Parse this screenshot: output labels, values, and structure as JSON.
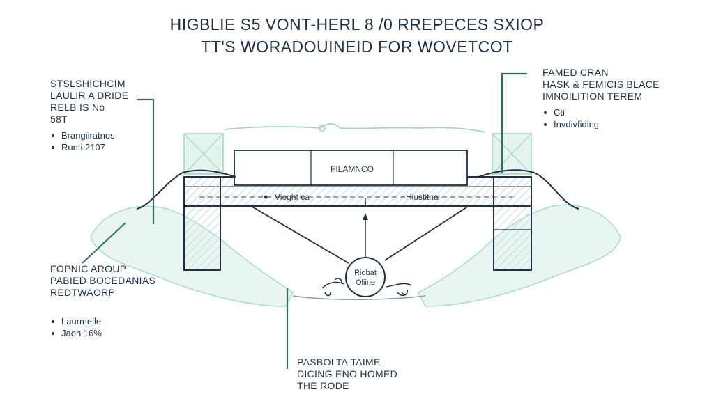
{
  "title": {
    "line1": "HIGBLIE S5 VONT-HERL 8 /0 RREPECES SXIOP",
    "line2": "TT'S WORADOUINEID FOR WOVETCOT"
  },
  "annotations": {
    "top_left": {
      "lines": [
        "STSLSHICHCIM",
        "LAULIR A DRIDE",
        "RELB IS No",
        "58T"
      ],
      "bullets": [
        "Brangiiratnos",
        "Runti 2107"
      ]
    },
    "top_right": {
      "lines": [
        "FAMED CRAN",
        "HASK & FEMICIS BLACE",
        "IMNOILITION TEREM"
      ],
      "bullets": [
        "Cti",
        "Invdivfiding"
      ]
    },
    "mid_left": {
      "lines": [
        "FOPNIC AROUP",
        "PABIED BOCEDANIAS",
        "REDTWAORP"
      ],
      "bullets": [
        "Laurmelle",
        "Jaon 16%"
      ]
    },
    "bottom": {
      "lines": [
        "PASBOLTA TAIME",
        "DICING ENO HOMED",
        "THE RODE"
      ]
    }
  },
  "diagram": {
    "deck_label": "FILAMNCO",
    "beam_left_label": "Vioght ca",
    "beam_right_label": "Hiustitna",
    "hub_label_1": "Riobat",
    "hub_label_2": "Oliine"
  },
  "colors": {
    "ink": "#1f2f44",
    "teal_line": "#2e6e63",
    "mint": "#9fd4c6",
    "mint_fill": "#e6f4ef",
    "hatch": "#c9d3dc"
  }
}
